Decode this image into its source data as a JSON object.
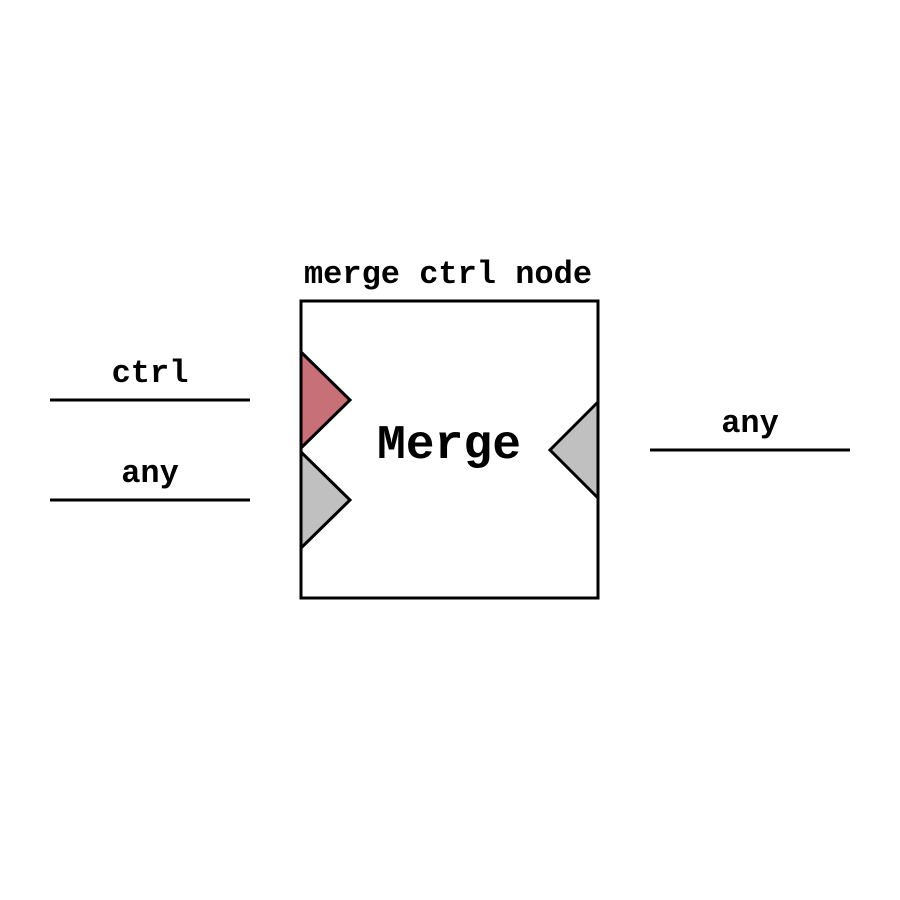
{
  "node": {
    "title": "merge ctrl node",
    "label": "Merge"
  },
  "inputs": [
    {
      "label": "ctrl",
      "color": "#c87078"
    },
    {
      "label": "any",
      "color": "#c0c0c0"
    }
  ],
  "outputs": [
    {
      "label": "any",
      "color": "#c0c0c0"
    }
  ]
}
